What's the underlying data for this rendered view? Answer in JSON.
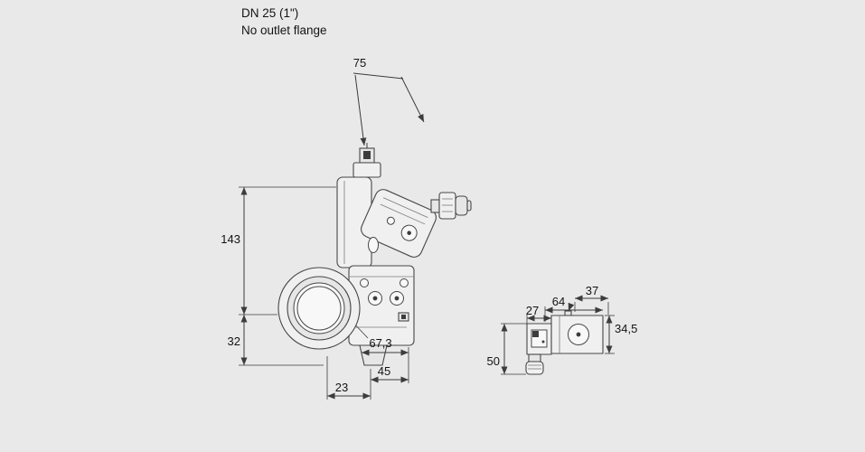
{
  "page": {
    "background_color": "#e9e9e9"
  },
  "header": {
    "size_label": "DN 25 (1\")",
    "note_label": "No outlet flange"
  },
  "drawing": {
    "kind": "technical dimension drawing of gas solenoid valve",
    "views": {
      "front": {
        "dim_width_top": "75",
        "dim_height_upper": "143",
        "dim_height_lower": "32",
        "dim_offset_bottom": "23",
        "dim_width_bottom": "45",
        "dim_width_body": "67,3"
      },
      "side": {
        "dim_width_right": "37",
        "dim_width_total": "64",
        "dim_width_left": "27",
        "dim_height_body": "34,5",
        "dim_height_total": "50"
      }
    }
  }
}
